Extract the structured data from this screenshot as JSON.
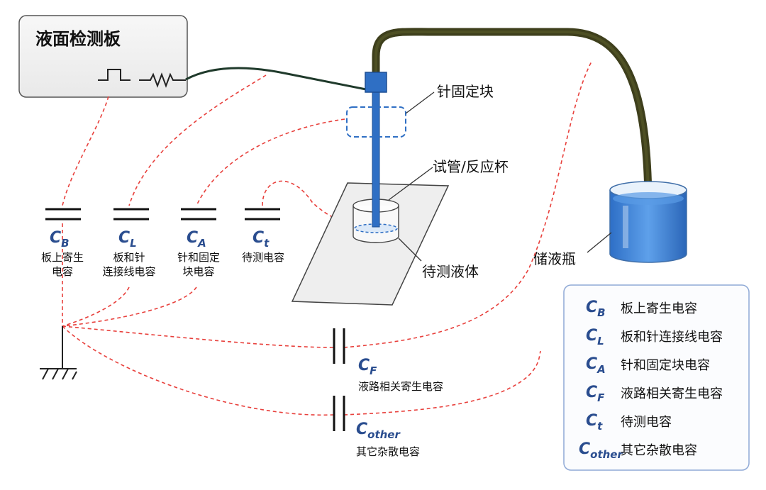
{
  "board": {
    "title": "液面检测板"
  },
  "labels": {
    "needle_block": "针固定块",
    "tube": "试管/反应杯",
    "liquid": "待测液体",
    "bottle": "储液瓶"
  },
  "capacitors": [
    {
      "sym": "C",
      "sub": "B",
      "line1": "板上寄生",
      "line2": "电容"
    },
    {
      "sym": "C",
      "sub": "L",
      "line1": "板和针",
      "line2": "连接线电容"
    },
    {
      "sym": "C",
      "sub": "A",
      "line1": "针和固定",
      "line2": "块电容"
    },
    {
      "sym": "C",
      "sub": "t",
      "line1": "待测电容",
      "line2": ""
    }
  ],
  "vertical_caps": [
    {
      "sym": "C",
      "sub": "F",
      "desc": "液路相关寄生电容"
    },
    {
      "sym": "C",
      "sub": "other",
      "desc": "其它杂散电容"
    }
  ],
  "legend": [
    {
      "sym": "C",
      "sub": "B",
      "desc": "板上寄生电容"
    },
    {
      "sym": "C",
      "sub": "L",
      "desc": "板和针连接线电容"
    },
    {
      "sym": "C",
      "sub": "A",
      "desc": "针和固定块电容"
    },
    {
      "sym": "C",
      "sub": "F",
      "desc": "液路相关寄生电容"
    },
    {
      "sym": "C",
      "sub": "t",
      "desc": "待测电容"
    },
    {
      "sym": "C",
      "sub": "other",
      "desc": "其它杂散电容"
    }
  ],
  "colors": {
    "needle": "#2f6fc4",
    "tube_hose": "#3e3f1c",
    "wire": "#1f3a2b",
    "dashed": "#e8403c",
    "legend_border": "#8fa9d6",
    "water": "#3f84d8",
    "symbol_text": "#2a4d8f"
  }
}
